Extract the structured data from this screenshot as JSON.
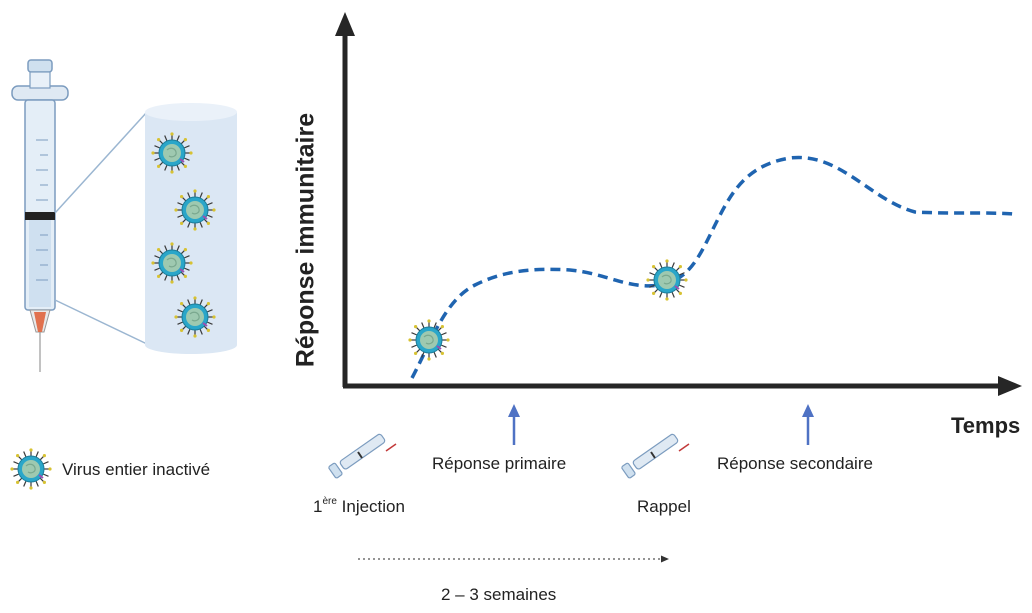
{
  "axes": {
    "y_label": "Réponse immunitaire",
    "x_label": "Temps"
  },
  "legend": {
    "virus_label": "Virus entier inactivé"
  },
  "annotations": {
    "primary_response": "Réponse primaire",
    "secondary_response": "Réponse secondaire",
    "first_injection_sup": "ère",
    "first_injection_prefix": "1",
    "first_injection_text": " Injection",
    "booster": "Rappel",
    "interval": "2 – 3 semaines"
  },
  "colors": {
    "axis": "#262626",
    "curve": "#1f64b0",
    "arrow": "#4f72c4",
    "virus_ring": "#2aa6c9",
    "virus_core": "#9ec9b0",
    "syringe_body": "#dfe9f3"
  }
}
